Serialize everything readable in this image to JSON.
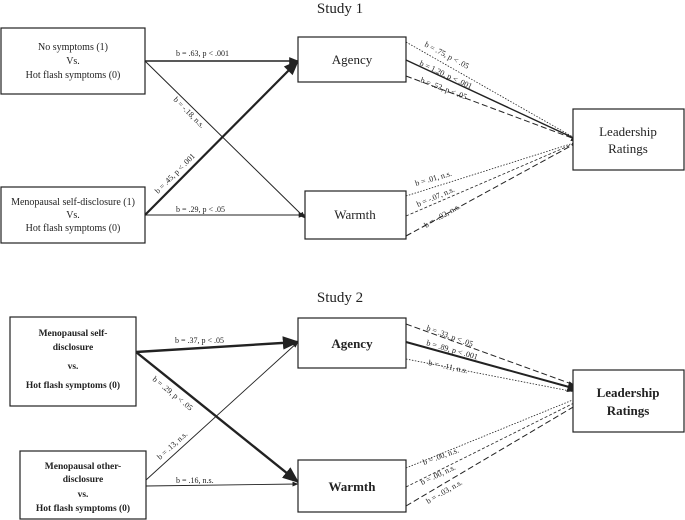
{
  "study1": {
    "title": "Study 1",
    "boxes": {
      "iv1": [
        "No symptoms (1)",
        "Vs.",
        "Hot flash symptoms (0)"
      ],
      "iv2": [
        "Menopausal self-disclosure (1)",
        "Vs.",
        "Hot flash symptoms (0)"
      ],
      "agency": "Agency",
      "warmth": "Warmth",
      "outcome": [
        "Leadership",
        "Ratings"
      ]
    },
    "paths": {
      "iv1_agency": "b = .63, p < .001",
      "iv1_warmth": "b = -.18, n.s.",
      "iv2_agency": "b = .45, p < .001",
      "iv2_warmth": "b = .29, p < .05",
      "agency_out_1": "b = .75, p < .05",
      "agency_out_2": "b = 1.20, p < .001",
      "agency_out_3": "b = .52, p < .05",
      "warmth_out_1": "b = .01, n.s.",
      "warmth_out_2": "b = -.07, n.s.",
      "warmth_out_3": "b = -.02, n.s."
    }
  },
  "study2": {
    "title": "Study 2",
    "boxes": {
      "iv1": [
        "Menopausal self-",
        "disclosure",
        "vs.",
        "Hot flash symptoms (0)"
      ],
      "iv2": [
        "Menopausal other-",
        "disclosure",
        "vs.",
        "Hot flash symptoms (0)"
      ],
      "agency": "Agency",
      "warmth": "Warmth",
      "outcome": [
        "Leadership",
        "Ratings"
      ]
    },
    "paths": {
      "iv1_agency": "b = .37, p < .05",
      "iv1_warmth": "b = .29, p < .05",
      "iv2_agency": "b = .13, n.s.",
      "iv2_warmth": "b = .16, n.s.",
      "agency_out_1": "b = .33, p < .05",
      "agency_out_2": "b = .89, p < .001",
      "agency_out_3": "b = -.11, n.s.",
      "warmth_out_1": "b = .00, n.s.",
      "warmth_out_2": "b = .00, n.s.",
      "warmth_out_3": "b = -.03, n.s."
    }
  },
  "colors": {
    "line": "#222222",
    "background": "#ffffff"
  }
}
